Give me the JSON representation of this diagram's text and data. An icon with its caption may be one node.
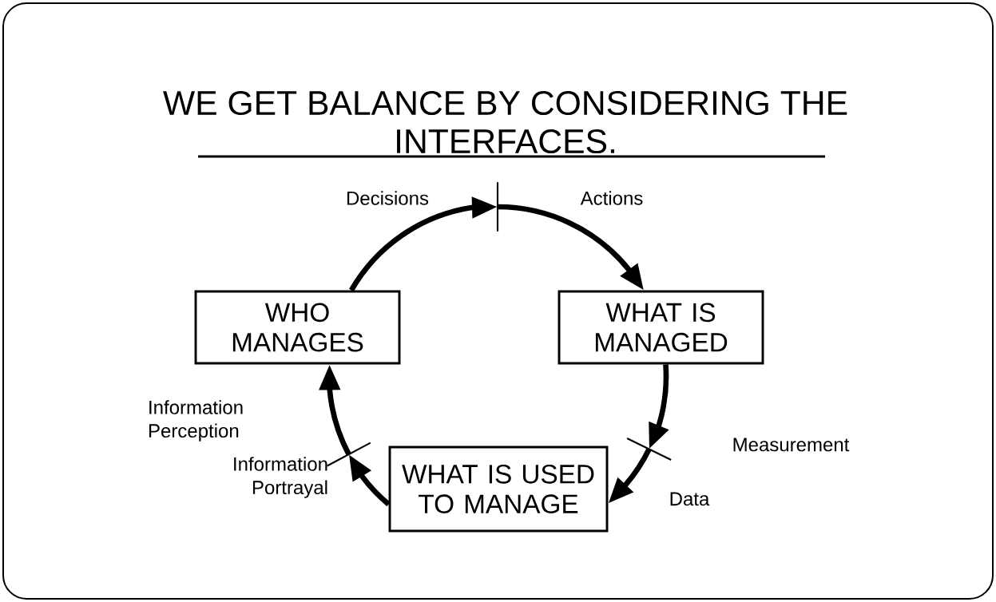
{
  "diagram": {
    "title": "WE GET BALANCE BY CONSIDERING THE INTERFACES.",
    "nodes": [
      {
        "text": [
          "WHO MANAGES"
        ]
      },
      {
        "text": [
          "WHAT IS MANAGED"
        ]
      },
      {
        "text": [
          "WHAT IS USED TO MANAGE"
        ]
      },
      {
        "text": [],
        "shape": "bar"
      },
      {
        "text": [],
        "shape": "bar"
      },
      {
        "text": [],
        "shape": "bar"
      }
    ],
    "edges": [
      {
        "from": 0,
        "to": 3,
        "arrow": "to",
        "label": "Decisions"
      },
      {
        "from": 3,
        "to": 1,
        "arrow": "to",
        "label": "Actions"
      },
      {
        "from": 1,
        "to": 4,
        "arrow": "to",
        "label": "Measurement"
      },
      {
        "from": 4,
        "to": 2,
        "arrow": "to",
        "label": "Data"
      },
      {
        "from": 2,
        "to": 5,
        "arrow": "to",
        "label": "Information Portrayal"
      },
      {
        "from": 5,
        "to": 0,
        "arrow": "to",
        "label": "Information Perception"
      }
    ]
  }
}
